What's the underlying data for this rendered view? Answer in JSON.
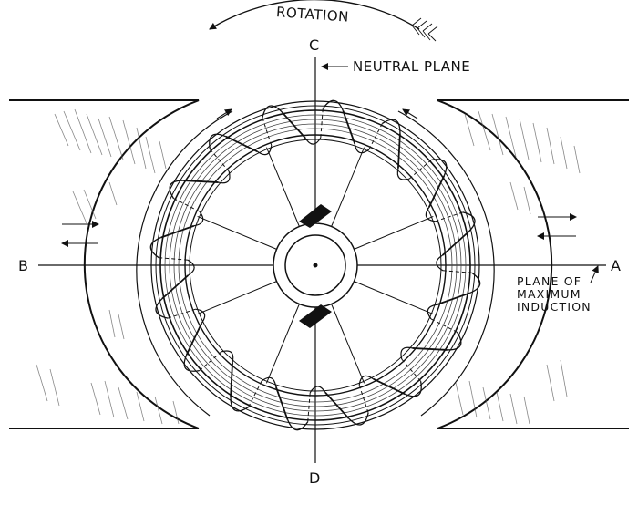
{
  "labels": {
    "rotation": "ROTATION",
    "neutral_plane": "NEUTRAL PLANE",
    "plane_line1": "PLANE OF",
    "plane_line2": "MAXIMUM",
    "plane_line3": "INDUCTION",
    "point_a": "A",
    "point_b": "B",
    "point_c": "C",
    "point_d": "D"
  },
  "diagram": {
    "coil_count": 16,
    "spoke_count": 8,
    "ink_color": "#111111",
    "background_color": "#ffffff"
  }
}
